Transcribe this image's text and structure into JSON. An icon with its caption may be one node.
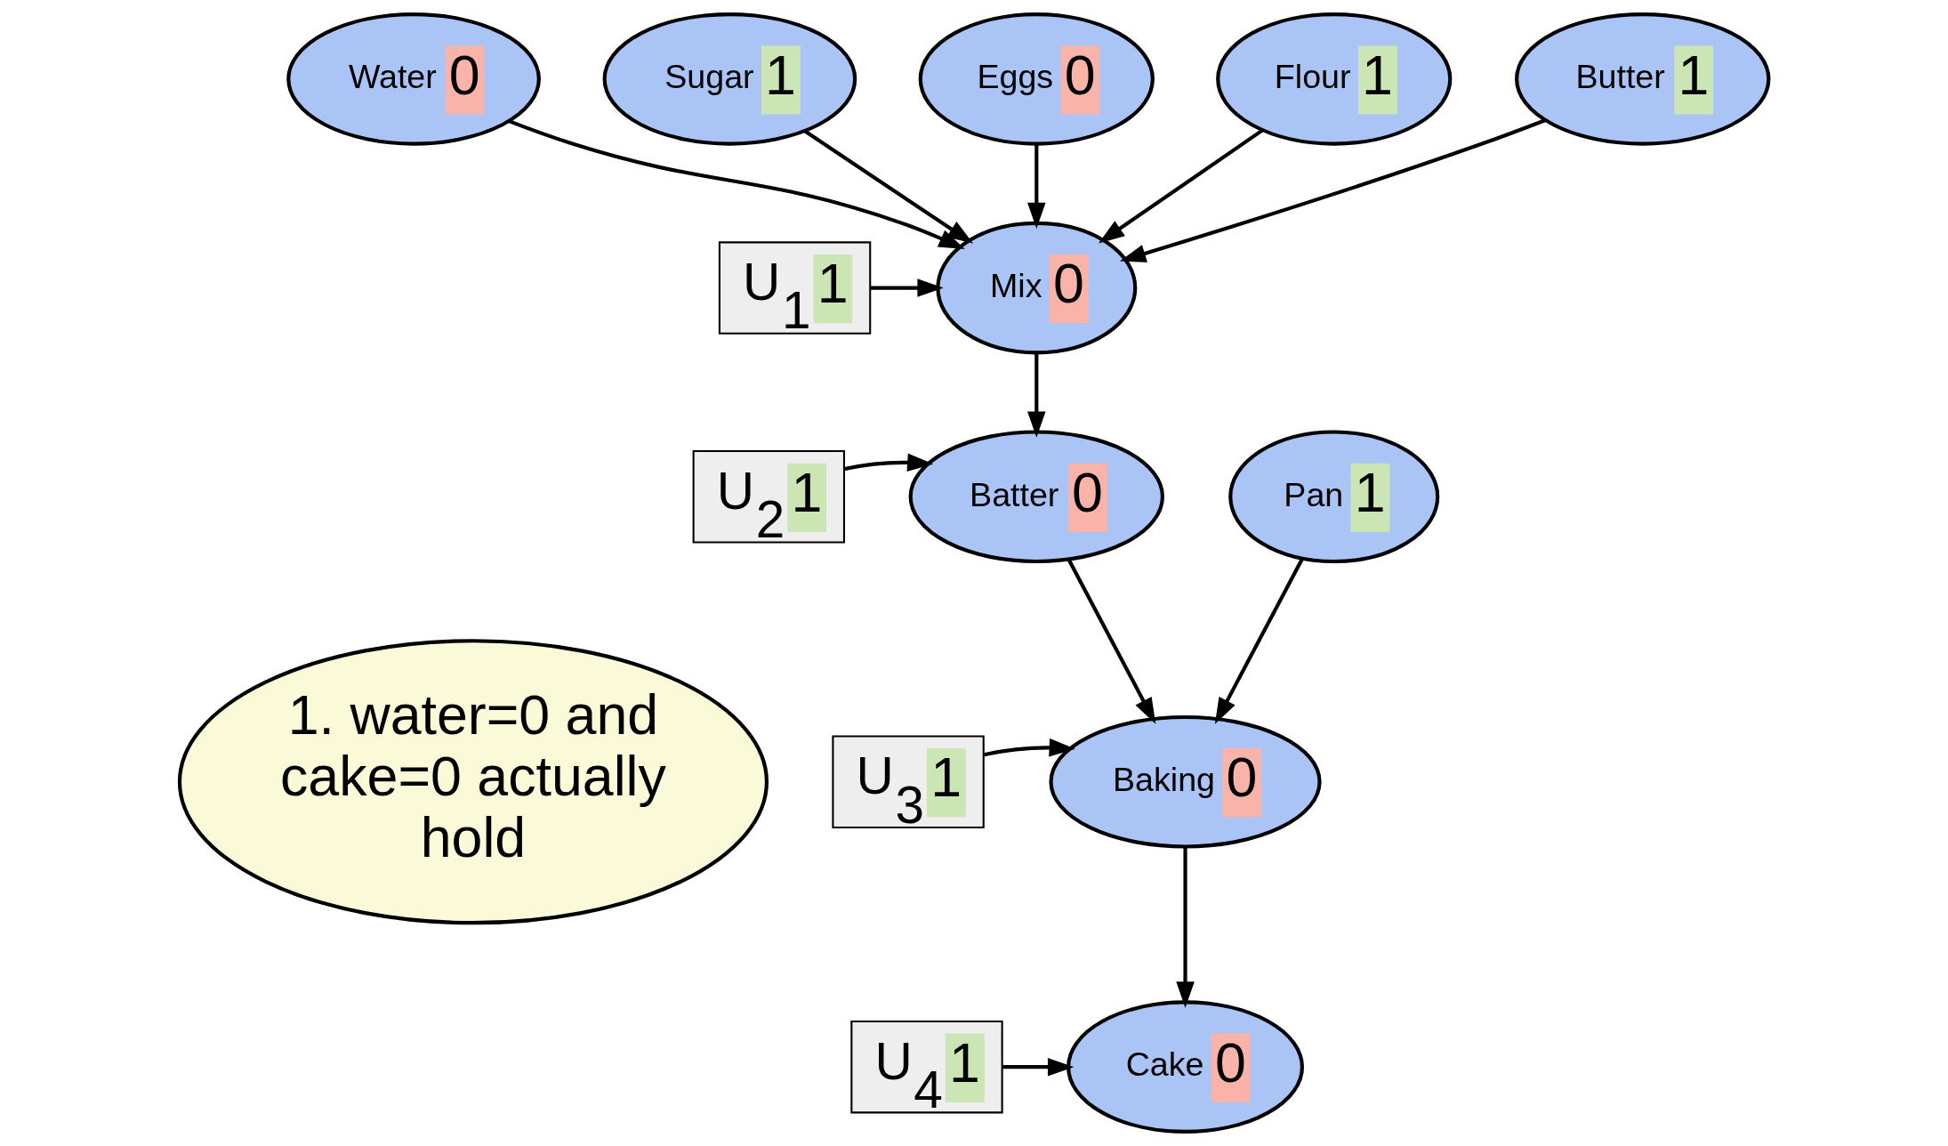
{
  "diagram": {
    "nodes": [
      {
        "text": [
          "Water",
          "0"
        ]
      },
      {
        "text": [
          "Sugar",
          "1"
        ]
      },
      {
        "text": [
          "Eggs",
          "0"
        ]
      },
      {
        "text": [
          "Flour",
          "1"
        ]
      },
      {
        "text": [
          "Butter",
          "1"
        ]
      },
      {
        "text": [
          "U$_{1}$",
          "1"
        ]
      },
      {
        "text": [
          "Mix",
          "0"
        ]
      },
      {
        "text": [
          "U$_{2}$",
          "1"
        ]
      },
      {
        "text": [
          "Batter",
          "0"
        ]
      },
      {
        "text": [
          "Pan",
          "1"
        ]
      },
      {
        "text": [
          "U$_{3}$",
          "1"
        ]
      },
      {
        "text": [
          "Baking",
          "0"
        ]
      },
      {
        "text": [
          "U$_{4}$",
          "1"
        ]
      },
      {
        "text": [
          "Cake",
          "0"
        ]
      },
      {
        "text": [
          "1. water=0 and cake=0 actually hold"
        ]
      }
    ],
    "edges": [
      {
        "from": 0,
        "to": 6,
        "arrow": "to"
      },
      {
        "from": 1,
        "to": 6,
        "arrow": "to"
      },
      {
        "from": 2,
        "to": 6,
        "arrow": "to"
      },
      {
        "from": 3,
        "to": 6,
        "arrow": "to"
      },
      {
        "from": 4,
        "to": 6,
        "arrow": "to"
      },
      {
        "from": 5,
        "to": 6,
        "arrow": "to"
      },
      {
        "from": 6,
        "to": 8,
        "arrow": "to"
      },
      {
        "from": 7,
        "to": 8,
        "arrow": "to"
      },
      {
        "from": 8,
        "to": 11,
        "arrow": "to"
      },
      {
        "from": 9,
        "to": 11,
        "arrow": "to"
      },
      {
        "from": 10,
        "to": 11,
        "arrow": "to"
      },
      {
        "from": 11,
        "to": 13,
        "arrow": "to"
      },
      {
        "from": 12,
        "to": 13,
        "arrow": "to"
      }
    ]
  }
}
